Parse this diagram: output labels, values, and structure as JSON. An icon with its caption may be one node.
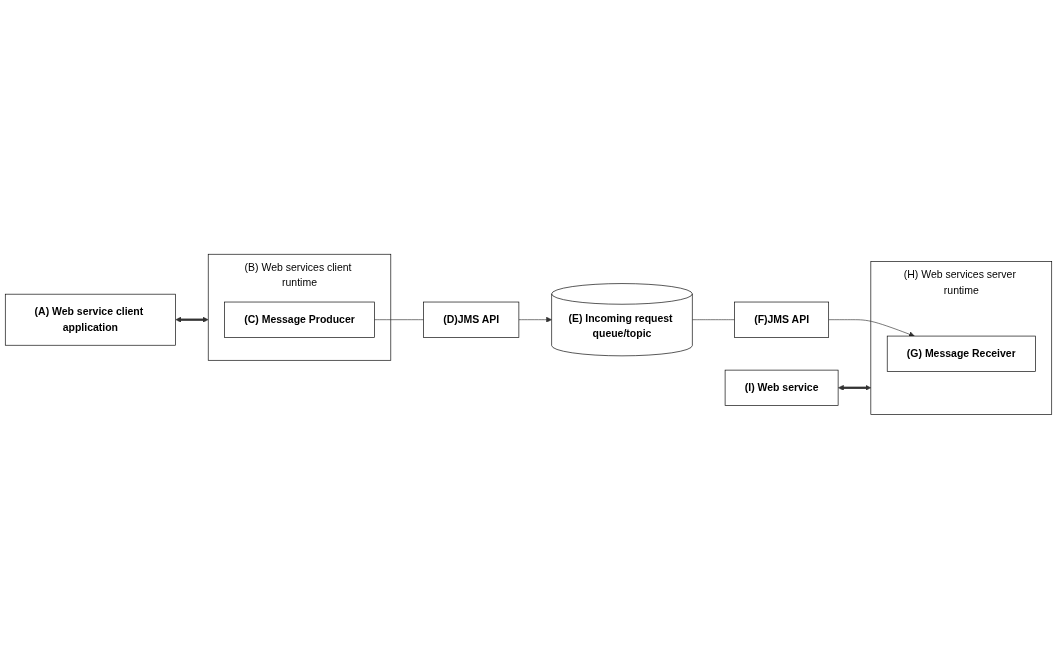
{
  "diagram": {
    "nodes": [
      {
        "text": [
          "(A) Web service client application"
        ]
      },
      {
        "text": [
          "(I) Web service"
        ]
      },
      {
        "text": [
          "(B) Web services client runtime"
        ]
      },
      {
        "text": [
          "(C) Message Producer"
        ],
        "in": 2
      },
      {
        "text": [
          "(D)JMS API"
        ]
      },
      {
        "text": [
          "(E) Incoming request queue/topic"
        ]
      },
      {
        "text": [
          "(F)JMS API"
        ]
      },
      {
        "text": [
          "(H) Web services server runtime"
        ]
      },
      {
        "text": [
          "(G) Message Receiver"
        ],
        "in": 7
      }
    ],
    "edges": [
      {
        "from": 0,
        "to": 2,
        "arrow": "both",
        "style": "thick"
      },
      {
        "from": 3,
        "to": 4,
        "arrow": "none"
      },
      {
        "from": 4,
        "to": 5,
        "arrow": "to"
      },
      {
        "from": 5,
        "to": 6,
        "arrow": "none"
      },
      {
        "from": 6,
        "to": 8,
        "arrow": "to"
      },
      {
        "from": 1,
        "to": 7,
        "arrow": "both",
        "style": "thick"
      }
    ]
  }
}
